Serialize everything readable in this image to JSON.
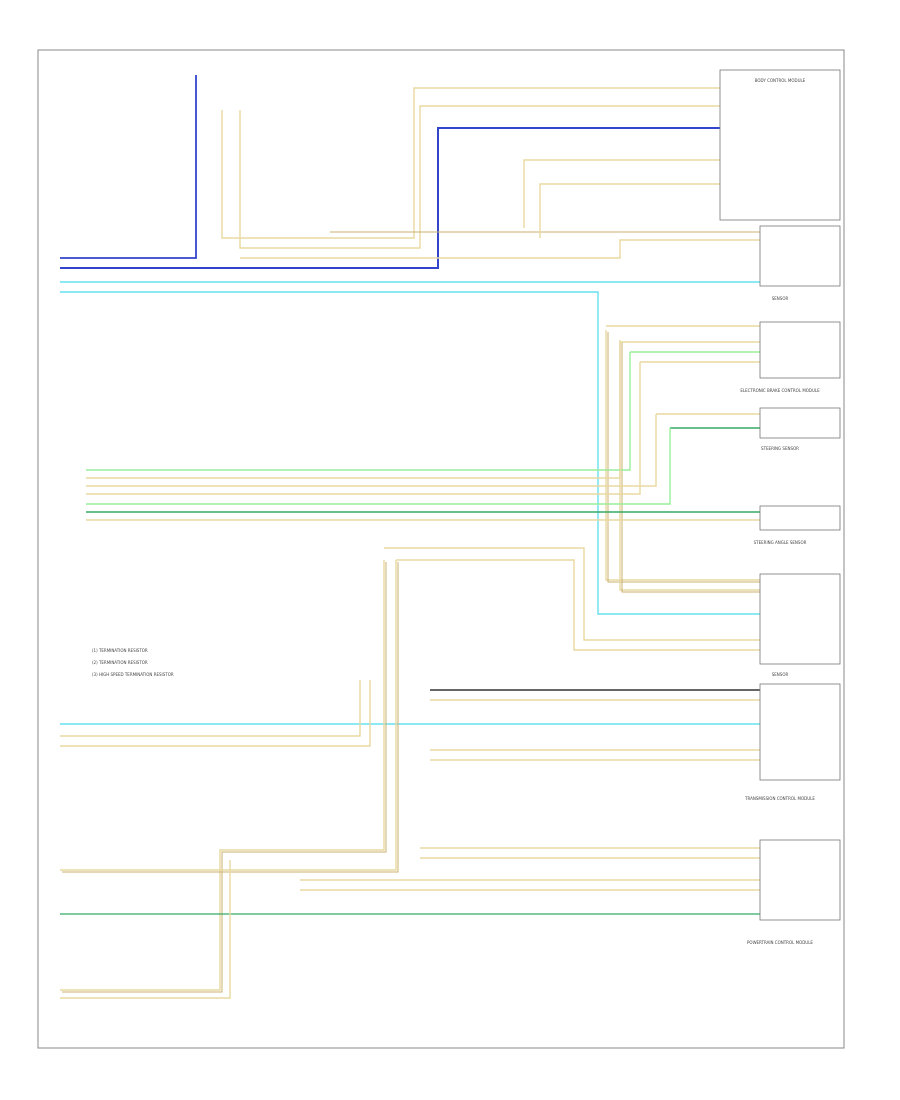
{
  "title_block": "",
  "colors": {
    "tan": "#e8d8a0",
    "tan_dark": "#c8b070",
    "black": "#333333",
    "dark_blue": "#3344cc",
    "light_blue": "#66e0ee",
    "light_green": "#99ee99",
    "dark_green": "#33aa66",
    "white": "#ffffff"
  },
  "components": [
    {
      "id": "top-module",
      "label": "BODY CONTROL MODULE"
    },
    {
      "id": "right-module-1",
      "label": "SENSOR"
    },
    {
      "id": "right-module-2",
      "label": "ELECTRONIC BRAKE CONTROL MODULE"
    },
    {
      "id": "right-module-3",
      "label": "STEERING SENSOR"
    },
    {
      "id": "right-module-4",
      "label": "STEERING ANGLE SENSOR"
    },
    {
      "id": "right-module-5",
      "label": "SENSOR"
    },
    {
      "id": "right-module-6",
      "label": "TRANSMISSION CONTROL MODULE"
    },
    {
      "id": "right-module-7",
      "label": "POWERTRAIN CONTROL MODULE"
    }
  ],
  "legend": [
    "(1) TERMINATION RESISTOR",
    "(2) TERMINATION RESISTOR",
    "(3) HIGH SPEED TERMINATION RESISTOR"
  ],
  "footer_code": ""
}
